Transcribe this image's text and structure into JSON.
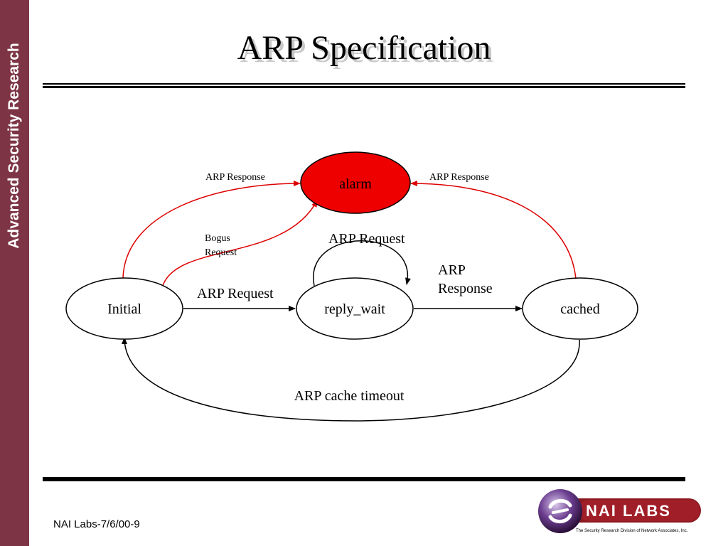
{
  "sidebar": {
    "text": "Advanced Security Research"
  },
  "title": "ARP Specification",
  "diagram": {
    "states": {
      "alarm": "alarm",
      "initial": "Initial",
      "reply_wait": "reply_wait",
      "cached": "cached"
    },
    "edge_labels": {
      "initial_to_alarm": "ARP Response",
      "cached_to_alarm": "ARP Response",
      "bogus_line1": "Bogus",
      "bogus_line2": "Request",
      "self_loop": "ARP Request",
      "initial_to_reply_wait": "ARP Request",
      "reply_wait_to_cached_line1": "ARP",
      "reply_wait_to_cached_line2": "Response",
      "timeout": "ARP cache timeout"
    },
    "colors": {
      "alarm_fill": "#ee0000",
      "alarm_edge": "#dd0000",
      "edge": "#000000"
    }
  },
  "footer": {
    "text": "NAI Labs-7/6/00-9",
    "logo_text": "NAI LABS",
    "logo_tagline": "The Security Research Division of Network Associates, Inc."
  }
}
